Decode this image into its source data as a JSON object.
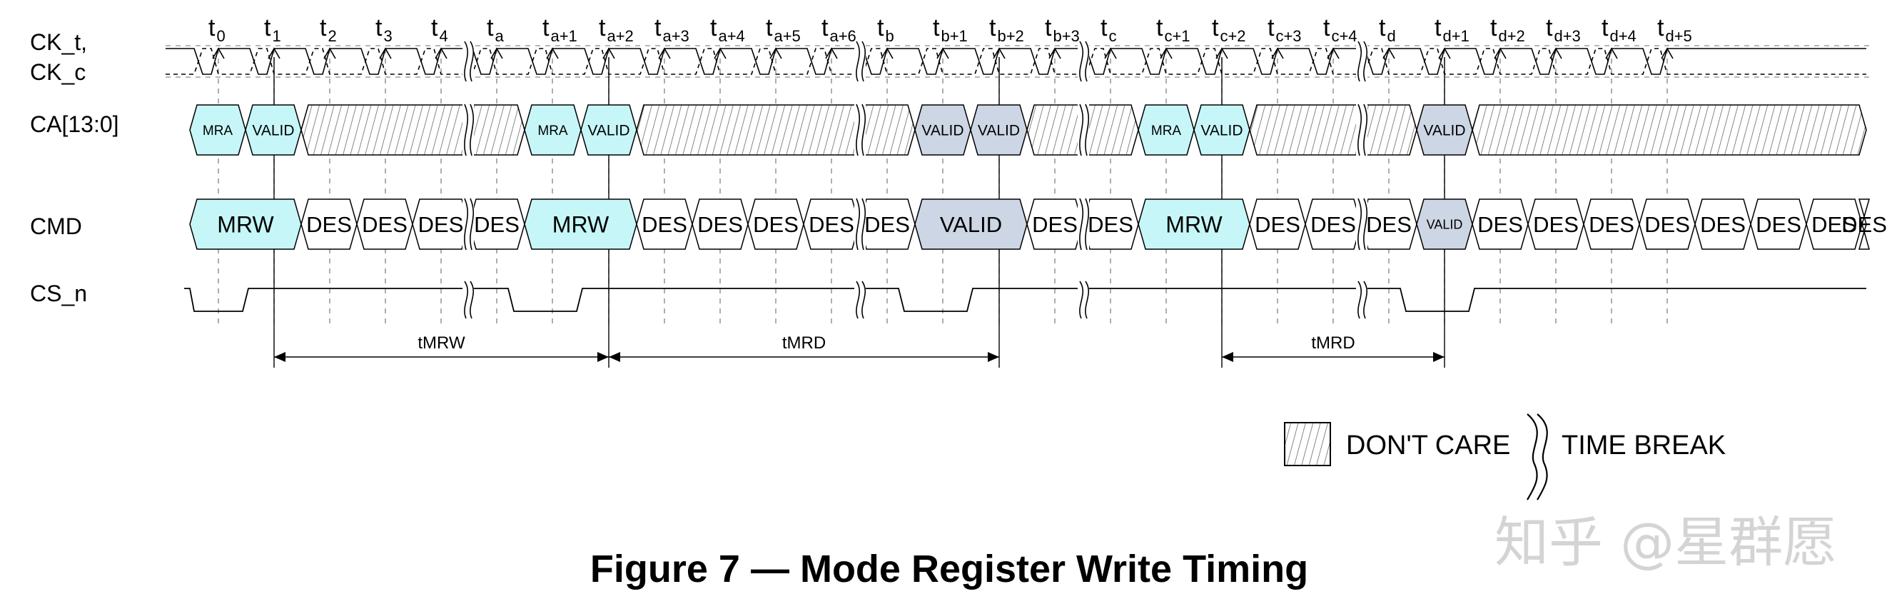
{
  "signals": {
    "ck": {
      "line1": "CK_t,",
      "line2": "CK_c"
    },
    "ca": "CA[13:0]",
    "cmd": "CMD",
    "cs": "CS_n"
  },
  "ticks": [
    {
      "base": "t",
      "sub": "0"
    },
    {
      "base": "t",
      "sub": "1"
    },
    {
      "base": "t",
      "sub": "2"
    },
    {
      "base": "t",
      "sub": "3"
    },
    {
      "base": "t",
      "sub": "4"
    },
    {
      "base": "t",
      "sub": "a"
    },
    {
      "base": "t",
      "sub": "a+1"
    },
    {
      "base": "t",
      "sub": "a+2"
    },
    {
      "base": "t",
      "sub": "a+3"
    },
    {
      "base": "t",
      "sub": "a+4"
    },
    {
      "base": "t",
      "sub": "a+5"
    },
    {
      "base": "t",
      "sub": "a+6"
    },
    {
      "base": "t",
      "sub": "b"
    },
    {
      "base": "t",
      "sub": "b+1"
    },
    {
      "base": "t",
      "sub": "b+2"
    },
    {
      "base": "t",
      "sub": "b+3"
    },
    {
      "base": "t",
      "sub": "c"
    },
    {
      "base": "t",
      "sub": "c+1"
    },
    {
      "base": "t",
      "sub": "c+2"
    },
    {
      "base": "t",
      "sub": "c+3"
    },
    {
      "base": "t",
      "sub": "c+4"
    },
    {
      "base": "t",
      "sub": "d"
    },
    {
      "base": "t",
      "sub": "d+1"
    },
    {
      "base": "t",
      "sub": "d+2"
    },
    {
      "base": "t",
      "sub": "d+3"
    },
    {
      "base": "t",
      "sub": "d+4"
    },
    {
      "base": "t",
      "sub": "d+5"
    }
  ],
  "ca_cells": [
    {
      "label": "MRA",
      "kind": "cyan"
    },
    {
      "label": "VALID",
      "kind": "cyan"
    },
    {
      "label": "",
      "kind": "dontcare"
    },
    {
      "label": "MRA",
      "kind": "cyan"
    },
    {
      "label": "VALID",
      "kind": "cyan"
    },
    {
      "label": "",
      "kind": "dontcare"
    },
    {
      "label": "VALID",
      "kind": "blue"
    },
    {
      "label": "VALID",
      "kind": "blue"
    },
    {
      "label": "",
      "kind": "dontcare"
    },
    {
      "label": "MRA",
      "kind": "cyan"
    },
    {
      "label": "VALID",
      "kind": "cyan"
    },
    {
      "label": "",
      "kind": "dontcare"
    },
    {
      "label": "VALID",
      "kind": "blue"
    },
    {
      "label": "",
      "kind": "dontcare"
    }
  ],
  "cmd_cells": [
    {
      "label": "MRW",
      "kind": "cyan"
    },
    {
      "label": "DES",
      "kind": "white"
    },
    {
      "label": "DES",
      "kind": "white"
    },
    {
      "label": "DES",
      "kind": "white"
    },
    {
      "label": "DES",
      "kind": "white"
    },
    {
      "label": "MRW",
      "kind": "cyan"
    },
    {
      "label": "DES",
      "kind": "white"
    },
    {
      "label": "DES",
      "kind": "white"
    },
    {
      "label": "DES",
      "kind": "white"
    },
    {
      "label": "DES",
      "kind": "white"
    },
    {
      "label": "DES",
      "kind": "white"
    },
    {
      "label": "VALID",
      "kind": "blue"
    },
    {
      "label": "DES",
      "kind": "white"
    },
    {
      "label": "DES",
      "kind": "white"
    },
    {
      "label": "MRW",
      "kind": "cyan"
    },
    {
      "label": "DES",
      "kind": "white"
    },
    {
      "label": "DES",
      "kind": "white"
    },
    {
      "label": "DES",
      "kind": "white"
    },
    {
      "label": "VALID",
      "kind": "blue"
    },
    {
      "label": "DES",
      "kind": "white"
    },
    {
      "label": "DES",
      "kind": "white"
    },
    {
      "label": "DES",
      "kind": "white"
    },
    {
      "label": "DES",
      "kind": "white"
    },
    {
      "label": "DES",
      "kind": "white"
    },
    {
      "label": "DES",
      "kind": "white"
    },
    {
      "label": "DES",
      "kind": "white"
    },
    {
      "label": "DES",
      "kind": "white"
    }
  ],
  "spans": [
    {
      "label": "tMRW"
    },
    {
      "label": "tMRD"
    },
    {
      "label": "tMRD"
    }
  ],
  "legend": {
    "dont_care": "DON'T CARE",
    "time_break": "TIME BREAK"
  },
  "caption": "Figure 7 — Mode Register Write Timing",
  "watermark": "知乎 @星群愿",
  "colors": {
    "cyan_fill": "#c6f6f8",
    "blue_fill": "#cdd6e4",
    "outline": "#000000",
    "guide": "#8c8c8c"
  }
}
